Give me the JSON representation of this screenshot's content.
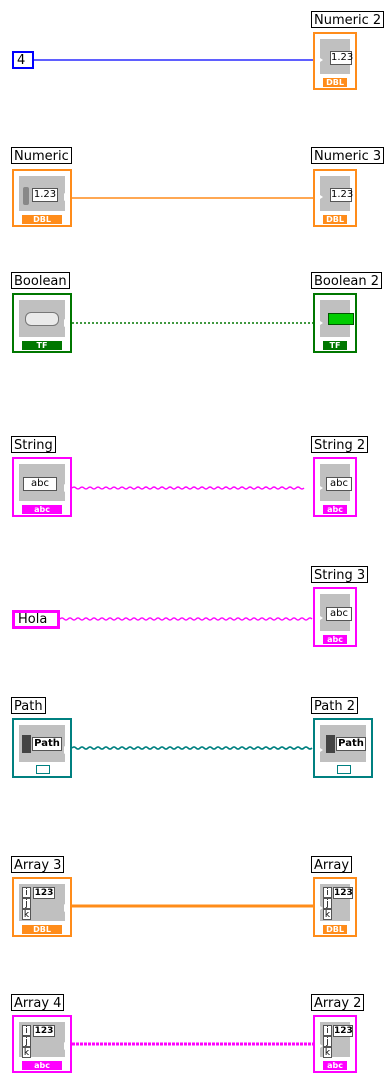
{
  "colors": {
    "numeric": "#ff8c1a",
    "numeric_integer": "#0000ff",
    "boolean": "#007700",
    "string": "#ff00ff",
    "path": "#008080",
    "array_numeric": "#ff8c1a",
    "array_string": "#ff00ff"
  },
  "rows": [
    {
      "kind": "numeric_int_const",
      "source": {
        "label": "",
        "value": "4"
      },
      "target": {
        "label": "Numeric 2",
        "display": "1.23",
        "type": "DBL"
      }
    },
    {
      "kind": "numeric",
      "source": {
        "label": "Numeric",
        "display": "1.23",
        "type": "DBL"
      },
      "target": {
        "label": "Numeric 3",
        "display": "1.23",
        "type": "DBL"
      }
    },
    {
      "kind": "boolean",
      "source": {
        "label": "Boolean",
        "type": "TF"
      },
      "target": {
        "label": "Boolean 2",
        "type": "TF"
      }
    },
    {
      "kind": "string",
      "source": {
        "label": "String",
        "display": "abc",
        "type": "abc"
      },
      "target": {
        "label": "String 2",
        "display": "abc",
        "type": "abc"
      }
    },
    {
      "kind": "string_const",
      "source": {
        "label": "",
        "value": "Hola"
      },
      "target": {
        "label": "String 3",
        "display": "abc",
        "type": "abc"
      }
    },
    {
      "kind": "path",
      "source": {
        "label": "Path",
        "display": "Path",
        "type": "path-icon"
      },
      "target": {
        "label": "Path 2",
        "display": "Path",
        "type": "path-icon"
      }
    },
    {
      "kind": "array_numeric",
      "source": {
        "label": "Array 3",
        "display": "123",
        "index": [
          "i",
          "j",
          "k"
        ],
        "type": "DBL"
      },
      "target": {
        "label": "Array",
        "display": "123",
        "index": [
          "i",
          "j",
          "k"
        ],
        "type": "DBL"
      }
    },
    {
      "kind": "array_string",
      "source": {
        "label": "Array 4",
        "display": "123",
        "index": [
          "i",
          "j",
          "k"
        ],
        "type": "abc"
      },
      "target": {
        "label": "Array 2",
        "display": "123",
        "index": [
          "i",
          "j",
          "k"
        ],
        "type": "abc"
      }
    }
  ]
}
